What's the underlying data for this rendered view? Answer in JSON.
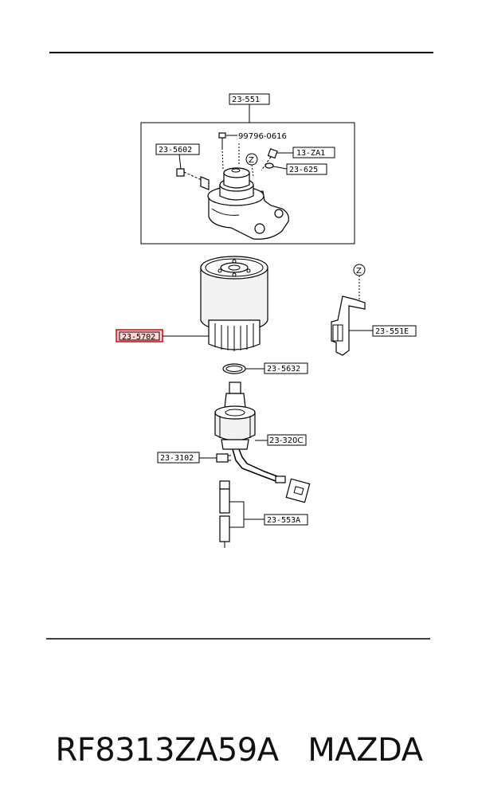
{
  "callouts": {
    "assembly": "23-551",
    "screw": "99796-0616",
    "fitting_left": "23-5602",
    "bolt_right": "13-ZA1",
    "washer_right": "23-625",
    "filter": "23-5702",
    "bracket": "23-551E",
    "oring": "23-5632",
    "sensor": "23-320C",
    "plug": "23-3102",
    "hose": "23-553A"
  },
  "markers": {
    "z_top": "Z",
    "z_bracket": "Z"
  },
  "colors": {
    "highlight": "#e00000"
  },
  "caption": "RF8313ZA59A   MAZDA"
}
